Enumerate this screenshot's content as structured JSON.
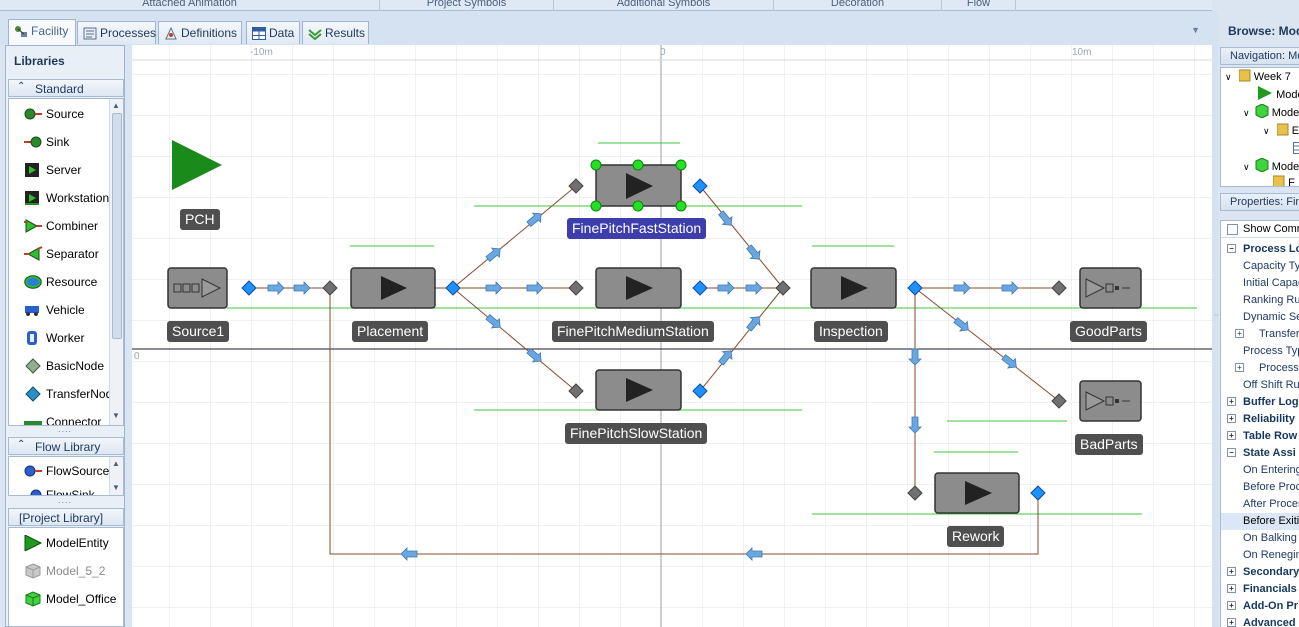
{
  "ribbon_groups": [
    "Attached Animation",
    "Project Symbols",
    "Additional Symbols",
    "Decoration",
    "Flow"
  ],
  "tabs": [
    {
      "label": "Facility",
      "icon": "facility-icon",
      "active": true
    },
    {
      "label": "Processes",
      "icon": "processes-icon",
      "active": false
    },
    {
      "label": "Definitions",
      "icon": "definitions-icon",
      "active": false
    },
    {
      "label": "Data",
      "icon": "data-table-icon",
      "active": false
    },
    {
      "label": "Results",
      "icon": "results-icon",
      "active": false
    }
  ],
  "libraries": {
    "title": "Libraries",
    "standard": {
      "header": "Standard Library",
      "items": [
        {
          "label": "Source",
          "icon": "source-icon"
        },
        {
          "label": "Sink",
          "icon": "sink-icon"
        },
        {
          "label": "Server",
          "icon": "server-icon"
        },
        {
          "label": "Workstation",
          "icon": "workstation-icon"
        },
        {
          "label": "Combiner",
          "icon": "combiner-icon"
        },
        {
          "label": "Separator",
          "icon": "separator-icon"
        },
        {
          "label": "Resource",
          "icon": "resource-icon"
        },
        {
          "label": "Vehicle",
          "icon": "vehicle-icon"
        },
        {
          "label": "Worker",
          "icon": "worker-icon"
        },
        {
          "label": "BasicNode",
          "icon": "basic-node-icon"
        },
        {
          "label": "TransferNode",
          "icon": "transfer-node-icon"
        },
        {
          "label": "Connector",
          "icon": "connector-icon"
        }
      ]
    },
    "flow": {
      "header": "Flow Library",
      "items": [
        {
          "label": "FlowSource",
          "icon": "flow-source-icon"
        },
        {
          "label": "FlowSink",
          "icon": "flow-sink-icon"
        }
      ]
    },
    "project": {
      "header": "[Project Library]",
      "items": [
        {
          "label": "ModelEntity",
          "icon": "model-entity-icon"
        },
        {
          "label": "Model_5_2",
          "icon": "model-grey-cube-icon"
        },
        {
          "label": "Model_Office",
          "icon": "model-green-cube-icon"
        }
      ]
    }
  },
  "canvas": {
    "ruler": {
      "minus10": "-10m",
      "zero_x": "0",
      "plus10": "10m",
      "zero_y": "0"
    },
    "objects": [
      {
        "name": "PCH",
        "kind": "entity"
      },
      {
        "name": "Source1",
        "kind": "source"
      },
      {
        "name": "Placement",
        "kind": "server"
      },
      {
        "name": "FinePitchFastStation",
        "kind": "server",
        "selected": true
      },
      {
        "name": "FinePitchMediumStation",
        "kind": "server"
      },
      {
        "name": "FinePitchSlowStation",
        "kind": "server"
      },
      {
        "name": "Inspection",
        "kind": "server"
      },
      {
        "name": "GoodParts",
        "kind": "sink"
      },
      {
        "name": "BadParts",
        "kind": "sink"
      },
      {
        "name": "Rework",
        "kind": "server"
      }
    ]
  },
  "right_panel": {
    "browse_title": "Browse: Model",
    "navigation_header": "Navigation: Mo",
    "tree": [
      {
        "label": "Week 7",
        "icon": "folder-icon"
      },
      {
        "label": "Mode",
        "icon": "model-play-icon"
      },
      {
        "label": "Mode",
        "icon": "model-green-cube-icon"
      },
      {
        "label": "E",
        "icon": "folder-icon"
      },
      {
        "label": "",
        "icon": "table-icon"
      },
      {
        "label": "Mode",
        "icon": "model-green-cube-icon"
      },
      {
        "label": "F",
        "icon": "folder-icon"
      }
    ],
    "properties_header": "Properties: Fin",
    "show_commonly": "Show Comm",
    "properties": [
      {
        "label": "Process Lo",
        "type": "category",
        "expander": "−"
      },
      {
        "label": "Capacity Ty",
        "type": "item"
      },
      {
        "label": "Initial Capac",
        "type": "item"
      },
      {
        "label": "Ranking Rul",
        "type": "item"
      },
      {
        "label": "Dynamic Sel",
        "type": "item"
      },
      {
        "label": "Transfer-",
        "type": "subitem",
        "expander": "+"
      },
      {
        "label": "Process Typ",
        "type": "item"
      },
      {
        "label": "Processin",
        "type": "subitem",
        "expander": "+"
      },
      {
        "label": "Off Shift Ru",
        "type": "item"
      },
      {
        "label": "Buffer Log",
        "type": "category",
        "expander": "+"
      },
      {
        "label": "Reliability",
        "type": "category",
        "expander": "+"
      },
      {
        "label": "Table Row",
        "type": "category",
        "expander": "+"
      },
      {
        "label": "State Assi",
        "type": "category",
        "expander": "−"
      },
      {
        "label": "On Entering",
        "type": "item"
      },
      {
        "label": "Before Proc",
        "type": "item"
      },
      {
        "label": "After Proces",
        "type": "item"
      },
      {
        "label": "Before Exitir",
        "type": "item",
        "selected": true
      },
      {
        "label": "On Balking",
        "type": "item"
      },
      {
        "label": "On Renegin",
        "type": "item"
      },
      {
        "label": "Secondary",
        "type": "category",
        "expander": "+"
      },
      {
        "label": "Financials",
        "type": "category",
        "expander": "+"
      },
      {
        "label": "Add-On Pr",
        "type": "category",
        "expander": "+"
      },
      {
        "label": "Advanced",
        "type": "category",
        "expander": "+"
      }
    ]
  },
  "colors": {
    "path_line": "#8b4a2b",
    "green_guide": "#3cc83c",
    "selection_label": "#3d3dab",
    "node_blue": "#1e90ff",
    "node_grey": "#707070"
  }
}
